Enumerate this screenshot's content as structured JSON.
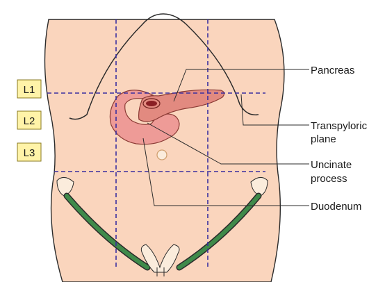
{
  "vertebral_levels": [
    "L1",
    "L2",
    "L3"
  ],
  "labels": {
    "pancreas": "Pancreas",
    "transpyloric_1": "Transpyloric",
    "transpyloric_2": "plane",
    "uncinate_1": "Uncinate",
    "uncinate_2": "process",
    "duodenum": "Duodenum"
  },
  "colors": {
    "skin": "#fad5bd",
    "skin_outline": "#2b2b2b",
    "plane_line": "#3a2fa0",
    "level_box_fill": "#fff3a8",
    "level_box_stroke": "#8a7a20",
    "duodenum": "#ee9b97",
    "pancreas": "#e28a80",
    "inguinal_band": "#3f8a4a"
  }
}
